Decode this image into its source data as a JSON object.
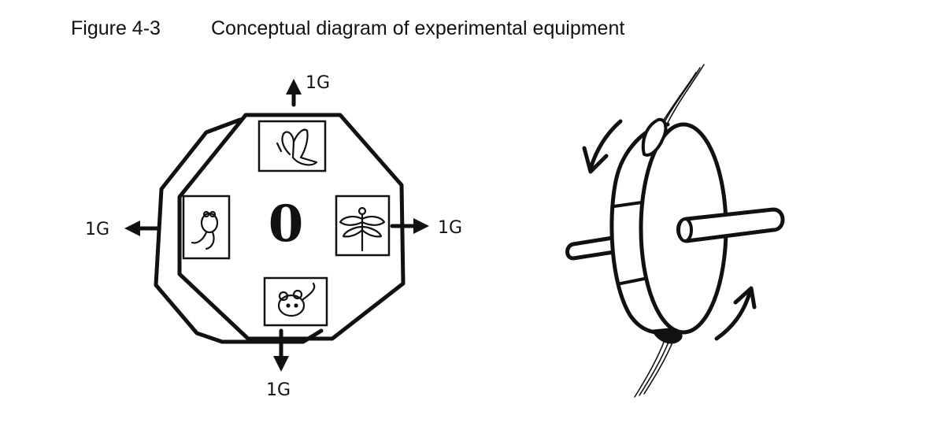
{
  "caption": {
    "number": "Figure 4-3",
    "text": "Conceptual diagram of experimental equipment"
  },
  "diagram": {
    "center_label": "0",
    "gravity_labels": {
      "top": "1G",
      "left": "1G",
      "right": "1G",
      "bottom": "1G"
    },
    "specimen_icons": {
      "top": "butterfly-icon",
      "left": "frog-icon",
      "right": "dragonfly-icon",
      "bottom": "mouse-icon"
    }
  },
  "colors": {
    "ink": "#111111",
    "background": "#ffffff"
  }
}
